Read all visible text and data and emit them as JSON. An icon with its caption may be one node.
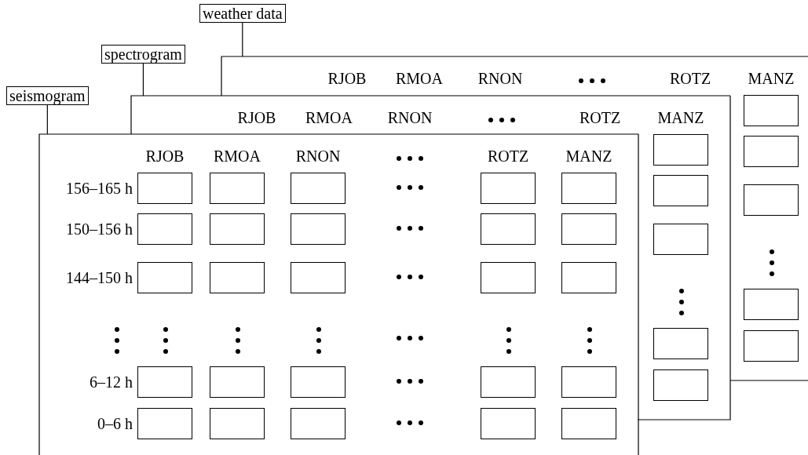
{
  "diagram": {
    "nodes": [
      {
        "text": [
          "weather data"
        ]
      },
      {
        "text": [
          "spectrogram"
        ]
      },
      {
        "text": [
          "seismogram"
        ]
      },
      {
        "text": [],
        "shape": "box"
      },
      {
        "text": [],
        "shape": "box"
      },
      {
        "text": [],
        "shape": "box"
      }
    ],
    "edges": [
      {
        "from": 0,
        "to": 3,
        "arrow": "none"
      },
      {
        "from": 1,
        "to": 4,
        "arrow": "none"
      },
      {
        "from": 2,
        "to": 5,
        "arrow": "none"
      }
    ],
    "labels": [
      "RJOB",
      "RMOA",
      "RNON",
      "ROTZ",
      "MANZ",
      "RJOB",
      "RMOA",
      "RNON",
      "ROTZ",
      "MANZ",
      "RJOB",
      "RMOA",
      "RNON",
      "ROTZ",
      "MANZ",
      "156–165 h",
      "150–156 h",
      "144–150 h",
      "6–12 h",
      "0–6 h"
    ]
  }
}
